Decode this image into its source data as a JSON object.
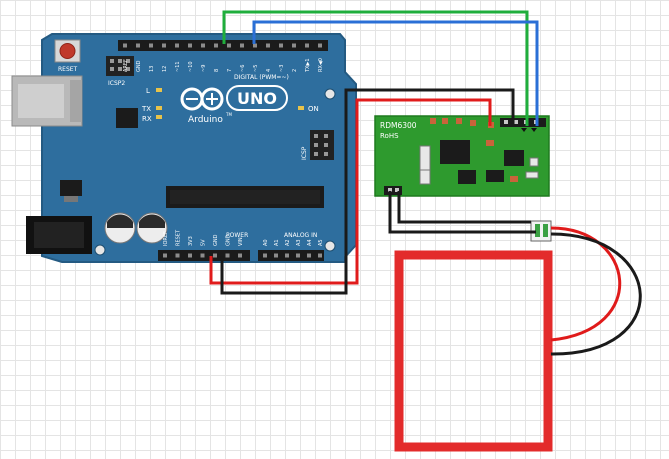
{
  "arduino": {
    "reset_label": "RESET",
    "icsp2_label": "ICSP2",
    "icsp_label": "ICSP",
    "brand": "Arduino",
    "model": "UNO",
    "tm": "TM",
    "on_label": "ON",
    "l_label": "L",
    "tx_label": "TX",
    "rx_label": "RX",
    "digital_label": "DIGITAL (PWM=~)",
    "power_label": "POWER",
    "analog_label": "ANALOG IN",
    "digital_pins": [
      "AREF",
      "GND",
      "13",
      "12",
      "~11",
      "~10",
      "~9",
      "8",
      "7",
      "~6",
      "~5",
      "4",
      "~3",
      "2",
      "TX▶1",
      "RX◀0"
    ],
    "power_pins": [
      "IOREF",
      "RESET",
      "3V3",
      "5V",
      "GND",
      "GND",
      "VIN"
    ],
    "analog_pins": [
      "A0",
      "A1",
      "A2",
      "A3",
      "A4",
      "A5"
    ]
  },
  "module": {
    "name": "RDM6300",
    "rohs": "RoHS"
  },
  "colors": {
    "board": "#2e6e9e",
    "module": "#2e9a2e",
    "wire_green": "#1fae3c",
    "wire_blue": "#2a6fd6",
    "wire_red": "#e01b1b",
    "wire_black": "#1a1a1a",
    "antenna": "#e32b2b"
  }
}
